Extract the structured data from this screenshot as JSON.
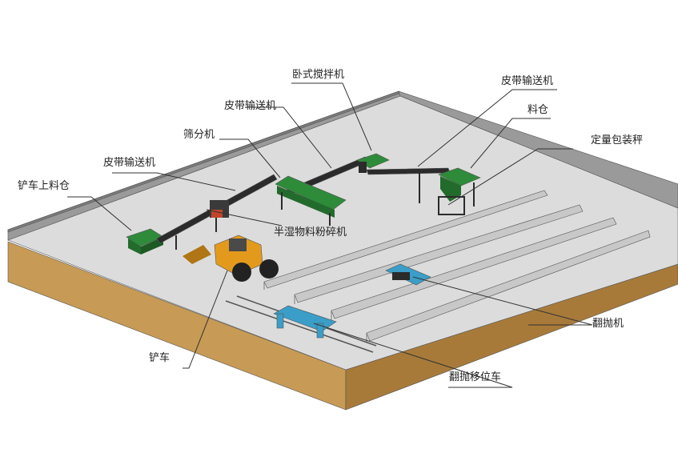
{
  "labels": {
    "horizontal_mixer": "卧式搅拌机",
    "belt_conveyor_top_right": "皮带输送机",
    "belt_conveyor_center": "皮带输送机",
    "silo": "料仓",
    "screening_machine": "筛分机",
    "packing_scale": "定量包装秤",
    "belt_conveyor_left": "皮带输送机",
    "loader_hopper": "铲车上料仓",
    "semi_wet_crusher": "半湿物料粉碎机",
    "turner": "翻抛机",
    "loader": "铲车",
    "turner_transfer_car": "翻抛移位车"
  },
  "colors": {
    "floor": "#dcdcdc",
    "wall": "#9a9a9a",
    "wall_top": "#7c7c7c",
    "base_front": "#c79a55",
    "base_side": "#a87a3a",
    "machine_green": "#2e8b3a",
    "machine_dark": "#2b2b2b",
    "loader_orange": "#e39a1c",
    "turner_blue": "#3a9ec8",
    "trough": "#c8c8c8"
  }
}
